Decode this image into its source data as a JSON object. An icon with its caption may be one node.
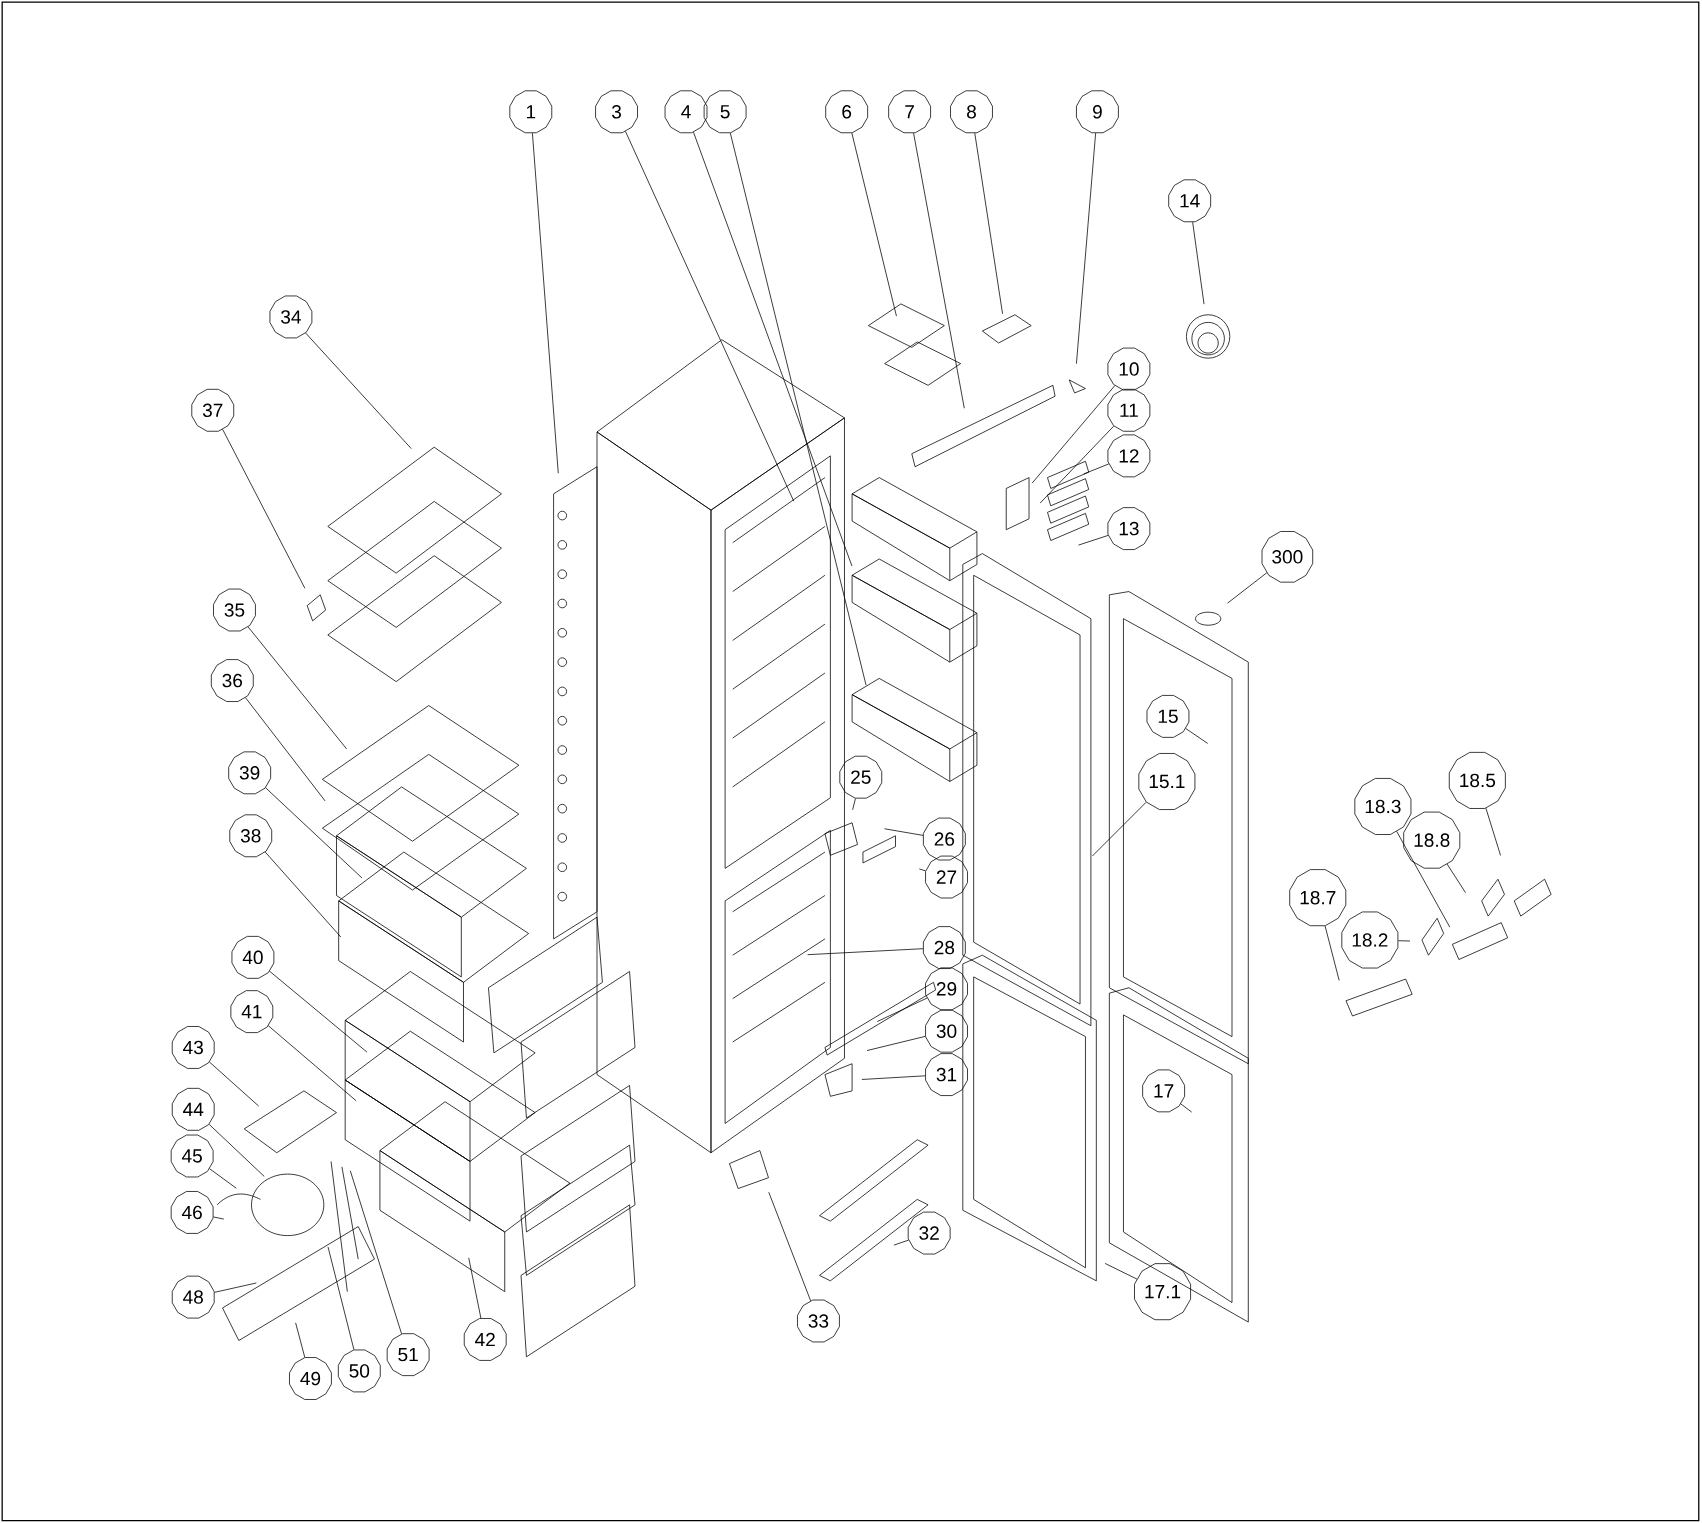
{
  "diagram": {
    "nodes": [
      {
        "text": [
          "1"
        ]
      },
      {
        "text": [
          "3"
        ]
      },
      {
        "text": [
          "4"
        ]
      },
      {
        "text": [
          "5"
        ]
      },
      {
        "text": [
          "6"
        ]
      },
      {
        "text": [
          "7"
        ]
      },
      {
        "text": [
          "8"
        ]
      },
      {
        "text": [
          "9"
        ]
      },
      {
        "text": [
          "14"
        ]
      },
      {
        "text": [
          "10"
        ]
      },
      {
        "text": [
          "11"
        ]
      },
      {
        "text": [
          "12"
        ]
      },
      {
        "text": [
          "13"
        ]
      },
      {
        "text": [
          "34"
        ]
      },
      {
        "text": [
          "37"
        ]
      },
      {
        "text": [
          "300"
        ]
      },
      {
        "text": [
          "35"
        ]
      },
      {
        "text": [
          "36"
        ]
      },
      {
        "text": [
          "15"
        ]
      },
      {
        "text": [
          "39"
        ]
      },
      {
        "text": [
          "15.1"
        ]
      },
      {
        "text": [
          "25"
        ]
      },
      {
        "text": [
          "18.5"
        ]
      },
      {
        "text": [
          "18.3"
        ]
      },
      {
        "text": [
          "38"
        ]
      },
      {
        "text": [
          "26"
        ]
      },
      {
        "text": [
          "18.8"
        ]
      },
      {
        "text": [
          "27"
        ]
      },
      {
        "text": [
          "18.7"
        ]
      },
      {
        "text": [
          "18.2"
        ]
      },
      {
        "text": [
          "28"
        ]
      },
      {
        "text": [
          "40"
        ]
      },
      {
        "text": [
          "29"
        ]
      },
      {
        "text": [
          "41"
        ]
      },
      {
        "text": [
          "30"
        ]
      },
      {
        "text": [
          "43"
        ]
      },
      {
        "text": [
          "31"
        ]
      },
      {
        "text": [
          "17"
        ]
      },
      {
        "text": [
          "44"
        ]
      },
      {
        "text": [
          "45"
        ]
      },
      {
        "text": [
          "46"
        ]
      },
      {
        "text": [
          "32"
        ]
      },
      {
        "text": [
          "17.1"
        ]
      },
      {
        "text": [
          "48"
        ]
      },
      {
        "text": [
          "33"
        ]
      },
      {
        "text": [
          "42"
        ]
      },
      {
        "text": [
          "51"
        ]
      },
      {
        "text": [
          "50"
        ]
      },
      {
        "text": [
          "49"
        ]
      }
    ],
    "edges": [
      {
        "from": 0,
        "to": null,
        "arrow": "none"
      },
      {
        "from": 1,
        "to": null,
        "arrow": "none"
      },
      {
        "from": 2,
        "to": null,
        "arrow": "none"
      },
      {
        "from": 3,
        "to": null,
        "arrow": "none"
      },
      {
        "from": 4,
        "to": null,
        "arrow": "none"
      },
      {
        "from": 5,
        "to": null,
        "arrow": "none"
      },
      {
        "from": 6,
        "to": null,
        "arrow": "none"
      },
      {
        "from": 7,
        "to": null,
        "arrow": "none"
      },
      {
        "from": 8,
        "to": null,
        "arrow": "none"
      },
      {
        "from": 9,
        "to": null,
        "arrow": "none"
      },
      {
        "from": 10,
        "to": null,
        "arrow": "none"
      },
      {
        "from": 11,
        "to": null,
        "arrow": "none"
      },
      {
        "from": 12,
        "to": null,
        "arrow": "none"
      },
      {
        "from": 13,
        "to": null,
        "arrow": "none"
      },
      {
        "from": 14,
        "to": null,
        "arrow": "none"
      },
      {
        "from": 15,
        "to": null,
        "arrow": "none"
      },
      {
        "from": 16,
        "to": null,
        "arrow": "none"
      },
      {
        "from": 17,
        "to": null,
        "arrow": "none"
      },
      {
        "from": 18,
        "to": null,
        "arrow": "none"
      },
      {
        "from": 19,
        "to": null,
        "arrow": "none"
      },
      {
        "from": 20,
        "to": null,
        "arrow": "none"
      },
      {
        "from": 21,
        "to": null,
        "arrow": "none"
      },
      {
        "from": 22,
        "to": null,
        "arrow": "none"
      },
      {
        "from": 23,
        "to": null,
        "arrow": "none"
      },
      {
        "from": 24,
        "to": null,
        "arrow": "none"
      },
      {
        "from": 25,
        "to": null,
        "arrow": "none"
      },
      {
        "from": 26,
        "to": null,
        "arrow": "none"
      },
      {
        "from": 27,
        "to": null,
        "arrow": "none"
      },
      {
        "from": 28,
        "to": null,
        "arrow": "none"
      },
      {
        "from": 29,
        "to": null,
        "arrow": "none"
      },
      {
        "from": 30,
        "to": null,
        "arrow": "none"
      },
      {
        "from": 31,
        "to": null,
        "arrow": "none"
      },
      {
        "from": 32,
        "to": null,
        "arrow": "none"
      },
      {
        "from": 33,
        "to": null,
        "arrow": "none"
      },
      {
        "from": 34,
        "to": null,
        "arrow": "none"
      },
      {
        "from": 35,
        "to": null,
        "arrow": "none"
      },
      {
        "from": 36,
        "to": null,
        "arrow": "none"
      },
      {
        "from": 37,
        "to": null,
        "arrow": "none"
      },
      {
        "from": 38,
        "to": null,
        "arrow": "none"
      },
      {
        "from": 39,
        "to": null,
        "arrow": "none"
      },
      {
        "from": 40,
        "to": null,
        "arrow": "none"
      },
      {
        "from": 41,
        "to": null,
        "arrow": "none"
      },
      {
        "from": 42,
        "to": null,
        "arrow": "none"
      },
      {
        "from": 43,
        "to": null,
        "arrow": "none"
      },
      {
        "from": 44,
        "to": null,
        "arrow": "none"
      },
      {
        "from": 45,
        "to": null,
        "arrow": "none"
      },
      {
        "from": 46,
        "to": null,
        "arrow": "none"
      },
      {
        "from": 47,
        "to": null,
        "arrow": "none"
      },
      {
        "from": 48,
        "to": null,
        "arrow": "none"
      }
    ]
  }
}
